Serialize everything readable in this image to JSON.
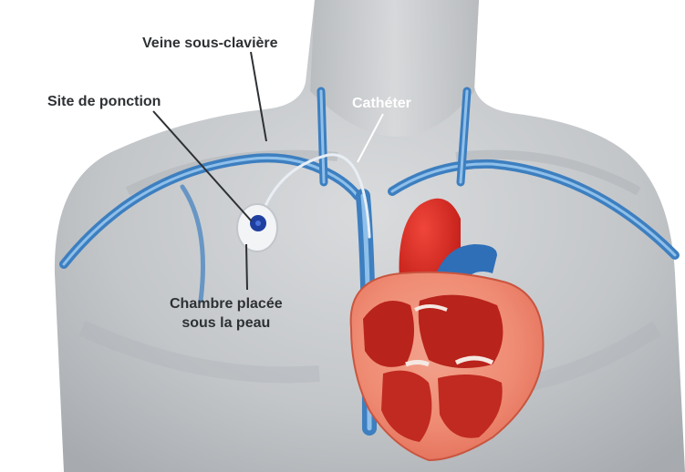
{
  "diagram": {
    "labels": {
      "veine": "Veine sous-clavière",
      "site": "Site de ponction",
      "catheter": "Cathéter",
      "chambre_line1": "Chambre placée",
      "chambre_line2": "sous la peau"
    },
    "colors": {
      "vein": "#3d7fc0",
      "artery": "#d8261f",
      "skin": "#c9ccce",
      "port_center": "#1f3fa0",
      "text": "#2e3134"
    }
  }
}
